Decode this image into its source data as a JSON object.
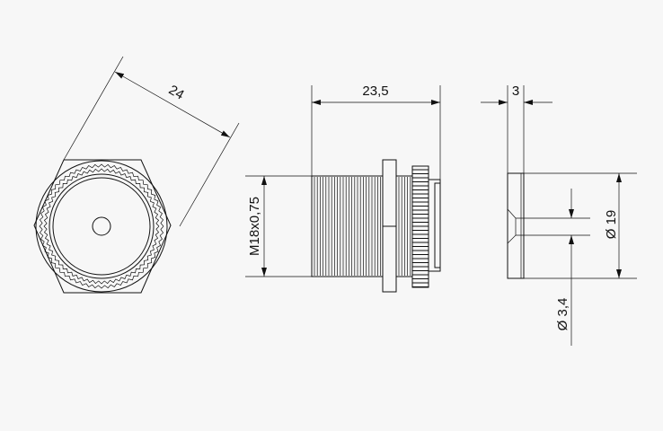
{
  "drawing": {
    "front_view": {
      "width_across_flats": "24"
    },
    "side_view": {
      "length": "23,5",
      "thread": "M18x0,75"
    },
    "cap_view": {
      "thickness": "3",
      "outer_diameter": "Ø 19",
      "hole_diameter": "Ø 3,4"
    }
  },
  "colors": {
    "background": "#f7f7f7",
    "line": "#111111"
  }
}
